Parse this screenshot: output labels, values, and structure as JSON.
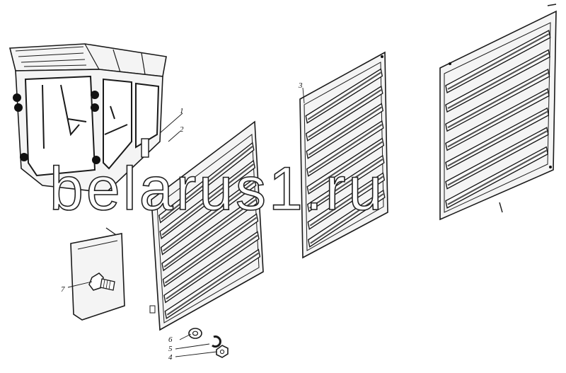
{
  "diagram": {
    "watermark": "belarus1.ru",
    "callouts": {
      "c1": "1",
      "c2": "2",
      "c3": "3",
      "c4": "4",
      "c5": "5",
      "c6": "6",
      "c7": "7"
    },
    "components": {
      "cab": "tractor-cab",
      "louver_panel_front": "louver-panel",
      "louver_panel_middle": "louver-panel",
      "louver_panel_rear": "louver-panel",
      "cover_plate": "cover-plate",
      "bolt": "bolt",
      "washer": "washer",
      "spring_washer": "spring-washer",
      "nut": "nut"
    }
  }
}
